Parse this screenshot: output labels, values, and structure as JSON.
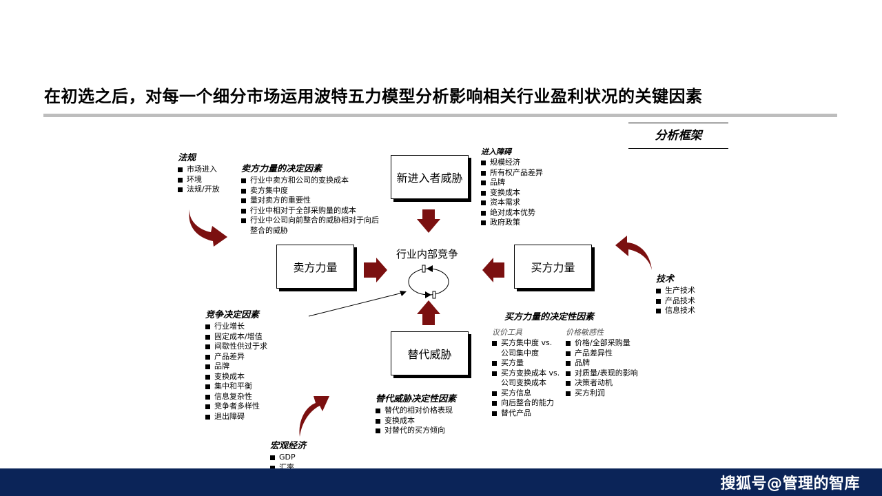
{
  "title": "在初选之后，对每一个细分市场运用波特五力模型分析影响相关行业盈利状况的关键因素",
  "frame_label": "分析框架",
  "forces": {
    "new_entrants": "新进入者威胁",
    "suppliers": "卖方力量",
    "buyers": "买方力量",
    "substitutes": "替代威胁",
    "rivalry": "行业内部竞争"
  },
  "regulation": {
    "heading": "法规",
    "items": [
      "市场进入",
      "环境",
      "法规/开放"
    ]
  },
  "supplier_factors": {
    "heading": "卖方力量的决定因素",
    "items": [
      "行业中卖方和公司的变换成本",
      "卖方集中度",
      "量对卖方的重要性",
      "行业中相对于全部采购量的成本",
      "行业中公司向前整合的威胁相对于向后整合的威胁"
    ]
  },
  "entry_barriers": {
    "heading": "进入障碍",
    "items": [
      "规模经济",
      "所有权产品差异",
      "品牌",
      "变换成本",
      "资本需求",
      "绝对成本优势",
      "政府政策"
    ]
  },
  "technology": {
    "heading": "技术",
    "items": [
      "生产技术",
      "产品技术",
      "信息技术"
    ]
  },
  "rivalry_factors": {
    "heading": "竞争决定因素",
    "items": [
      "行业增长",
      "固定成本/增值",
      "间歇性供过于求",
      "产品差异",
      "品牌",
      "变换成本",
      "集中和平衡",
      "信息复杂性",
      "竞争者多样性",
      "退出障碍"
    ]
  },
  "buyer_factors": {
    "heading": "买方力量的决定性因素",
    "bargaining": {
      "heading": "议价工具",
      "items": [
        "买方集中度 vs. 公司集中度",
        "买方量",
        "买方变换成本 vs. 公司变换成本",
        "买方信息",
        "向后整合的能力",
        "替代产品"
      ]
    },
    "price_sensitivity": {
      "heading": "价格敏感性",
      "items": [
        "价格/全部采购量",
        "产品差异性",
        "品牌",
        "对质量/表现的影响",
        "决策者动机",
        "买方利润"
      ]
    }
  },
  "substitute_factors": {
    "heading": "替代威胁决定性因素",
    "items": [
      "替代的相对价格表现",
      "变换成本",
      "对替代的买方倾向"
    ]
  },
  "macro": {
    "heading": "宏观经济",
    "items": [
      "GDP",
      "汇率"
    ]
  },
  "watermark": "搜狐号@管理的智库",
  "colors": {
    "arrow": "#7b1010",
    "footer": "#0b2458",
    "rule": "#bdbdbd"
  }
}
